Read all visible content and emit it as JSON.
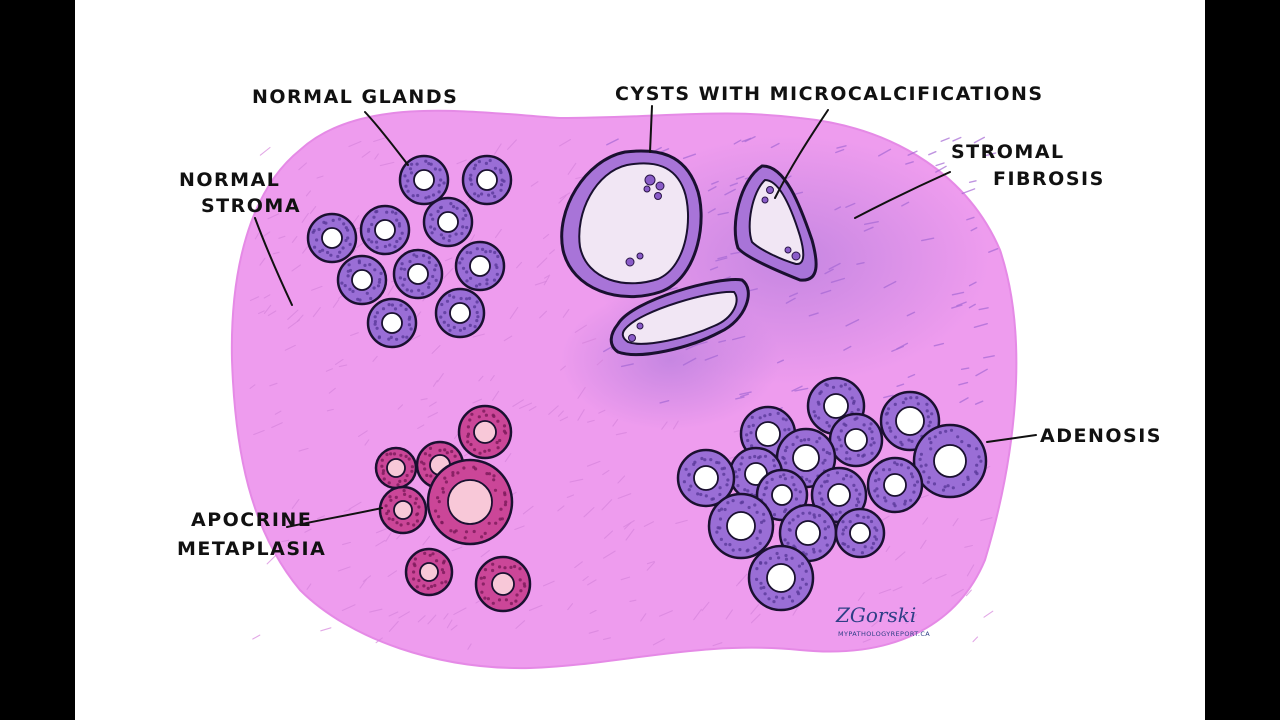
{
  "colors": {
    "frame": "#000000",
    "canvas": "#ffffff",
    "stroma": "#ee9cee",
    "stroma_fibrosis": "#c58ae0",
    "gland_cells": "#9a6ed6",
    "gland_lumen": "#ffffff",
    "cyst_lumen": "#f1e6f4",
    "apocrine_cells": "#cb4698",
    "apocrine_lumen": "#f8c8d8",
    "outline": "#1a1030",
    "signature": "#2e3f86"
  },
  "labels": {
    "normal_glands": "NORMAL GLANDS",
    "normal_stroma_line1": "NORMAL",
    "normal_stroma_line2": "STROMA",
    "cysts": "CYSTS WITH MICROCALCIFICATIONS",
    "stromal_fibrosis_line1": "STROMAL",
    "stromal_fibrosis_line2": "FIBROSIS",
    "apocrine_line1": "APOCRINE",
    "apocrine_line2": "METAPLASIA",
    "adenosis": "ADENOSIS"
  },
  "signature": {
    "name": "ZGorski",
    "website": "MYPATHOLOGYREPORT.CA"
  }
}
